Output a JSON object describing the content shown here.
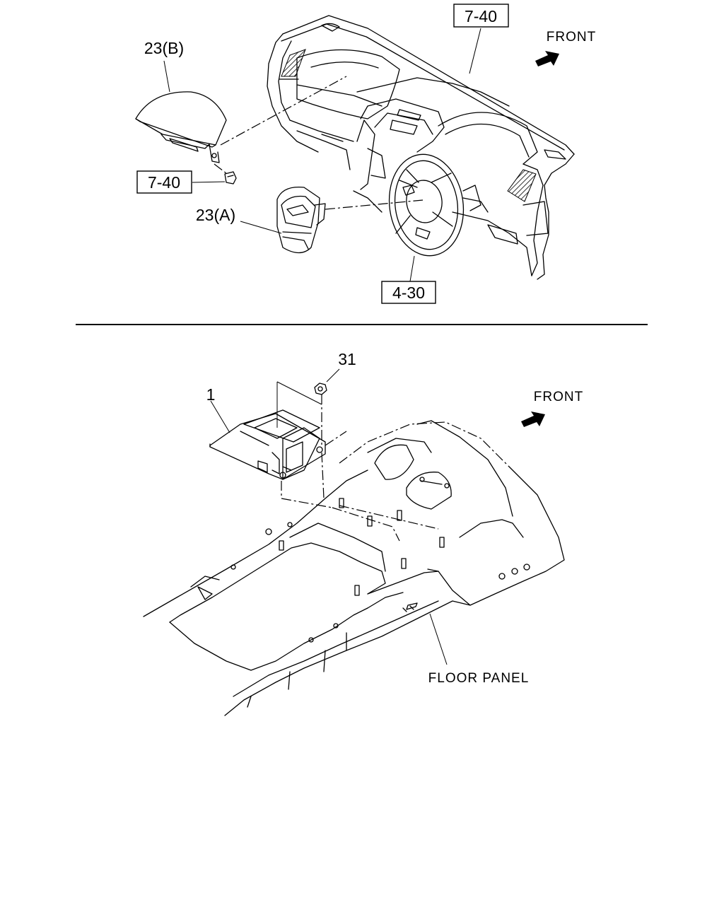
{
  "labels": {
    "front_top": "FRONT",
    "front_bottom": "FRONT",
    "ref_dash": "7-40",
    "ref_clip": "7-40",
    "ref_wheel": "4-30",
    "part_passenger_airbag": "23(B)",
    "part_driver_airbag": "23(A)",
    "part_sensor_module": "1",
    "part_nut": "31",
    "floor_panel": "FLOOR PANEL"
  },
  "colors": {
    "line": "#000000",
    "background": "#ffffff"
  },
  "icons": [
    "front-arrow-icon",
    "front-arrow-icon"
  ]
}
